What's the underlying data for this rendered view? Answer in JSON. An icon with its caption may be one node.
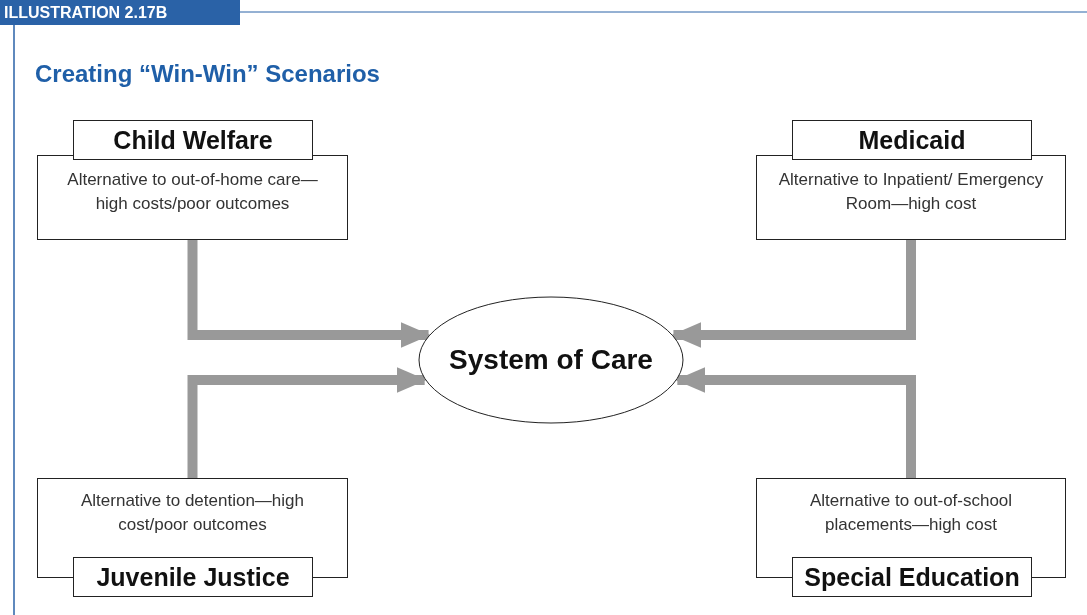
{
  "diagram": {
    "title": "Creating “Win-Win” Scenarios",
    "nodes": [
      {
        "text": [
          "Child Welfare",
          "Alternative to out-of-home care—high costs/poor outcomes"
        ]
      },
      {
        "text": [
          "Medicaid",
          "Alternative to Inpatient/ Emergency Room—high cost"
        ]
      },
      {
        "text": [
          "System of Care"
        ]
      },
      {
        "text": [
          "Alternative to detention—high cost/poor outcomes",
          "Juvenile Justice"
        ]
      },
      {
        "text": [
          "Alternative to out-of-school placements—high cost",
          "Special Education"
        ]
      }
    ],
    "edges": [
      {
        "from": 0,
        "to": 2,
        "arrow": "to"
      },
      {
        "from": 1,
        "to": 2,
        "arrow": "to"
      },
      {
        "from": 3,
        "to": 2,
        "arrow": "to"
      },
      {
        "from": 4,
        "to": 2,
        "arrow": "to"
      }
    ],
    "labels": [
      "ILLUSTRATION 2.17B"
    ]
  }
}
